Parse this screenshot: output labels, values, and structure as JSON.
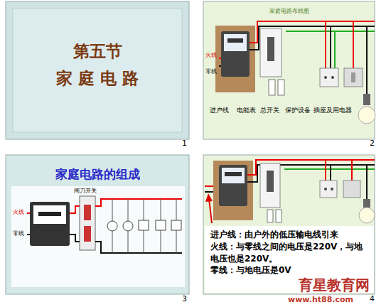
{
  "diagram": {
    "nodes": [
      {
        "text": [
          "第五节",
          "家 庭 电 路"
        ]
      },
      {
        "text": [
          "家庭电路布线图"
        ]
      },
      {
        "text": [
          "家庭电路的组成"
        ]
      },
      {
        "text": [
          "进户线：由户外的低压输电线引来",
          "火线：与零线之间的电压是220V，与地电压也是220V。",
          "零线：与地电压是0V"
        ]
      }
    ],
    "labels": [
      "1",
      "2",
      "3",
      "4",
      "进户线",
      "电能表",
      "总开关",
      "保护设备",
      "插座及用电器",
      "火线",
      "零线",
      "闸刀开关",
      "火线",
      "零线",
      "育星教育网",
      "www.ht88.com"
    ]
  }
}
